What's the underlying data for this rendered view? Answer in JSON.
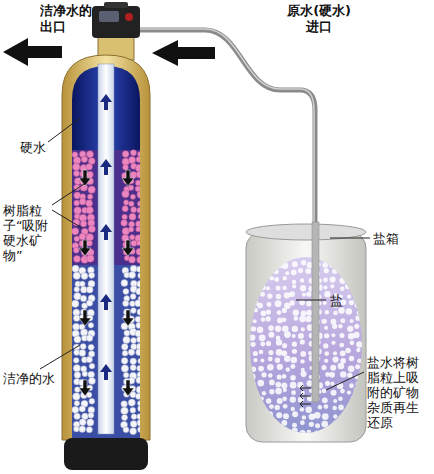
{
  "diagram": {
    "labels": [
      "洁净水的出口",
      "原水(硬水)进口",
      "硬水",
      "树脂粒子“吸附硬水矿物”",
      "洁净的水",
      "盐箱",
      "盐",
      "盐水将树脂粒上吸附的矿物杂质再生还原"
    ]
  }
}
